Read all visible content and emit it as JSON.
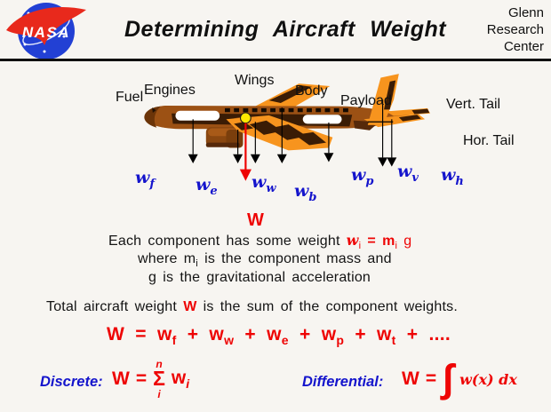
{
  "header": {
    "nasa_text": "NASA",
    "title": "Determining Aircraft Weight",
    "org_line1": "Glenn",
    "org_line2": "Research",
    "org_line3": "Center"
  },
  "diagram": {
    "components": {
      "fuel": "Fuel",
      "engines": "Engines",
      "wings": "Wings",
      "body": "Body",
      "payload": "Payload",
      "vert_tail": "Vert. Tail",
      "hor_tail": "Hor. Tail"
    },
    "weights": {
      "f": {
        "base": "w",
        "sub": "f"
      },
      "e": {
        "base": "w",
        "sub": "e"
      },
      "w": {
        "base": "w",
        "sub": "w"
      },
      "b": {
        "base": "w",
        "sub": "b"
      },
      "p": {
        "base": "w",
        "sub": "p"
      },
      "v": {
        "base": "w",
        "sub": "v"
      },
      "h": {
        "base": "w",
        "sub": "h"
      }
    },
    "total_weight_label": "W"
  },
  "text": {
    "line1_black": "Each component has some weight",
    "line1_red": {
      "base": "w",
      "sub": "i",
      "mid": " = m",
      "sub2": "i",
      "tail": " g"
    },
    "line2": {
      "pre": "where m",
      "sub": "i",
      "post": " is the component mass and"
    },
    "line3": "g is the gravitational acceleration",
    "line4": {
      "pre": "Total aircraft weight ",
      "w": "W",
      "post": " is the sum of the component weights."
    }
  },
  "sum_eq": {
    "lhs": "W = ",
    "terms": [
      {
        "base": "w",
        "sub": "f",
        "op": " + "
      },
      {
        "base": "w",
        "sub": "w",
        "op": " + "
      },
      {
        "base": "w",
        "sub": "e",
        "op": " + "
      },
      {
        "base": "w",
        "sub": "p",
        "op": " + "
      },
      {
        "base": "w",
        "sub": "t",
        "op": " + ...."
      }
    ]
  },
  "discrete": {
    "label": "Discrete:",
    "w": "W",
    "eq": "=",
    "upper": "n",
    "sigma": "Σ",
    "lower": "i",
    "base": "w",
    "sub": "i"
  },
  "differential": {
    "label": "Differential:",
    "w": "W",
    "eq": "=",
    "integral": "∫",
    "integrand": "w(x) dx"
  },
  "colors": {
    "accent_red": "#ee0404",
    "label_blue": "#1414cc",
    "wing_orange": "#f7941e",
    "fuselage_brown": "#9c5114",
    "dark_brown": "#3a1c05",
    "cg_yellow": "#ffe800",
    "nasa_blue": "#2240d4",
    "nasa_red": "#e8291c"
  }
}
